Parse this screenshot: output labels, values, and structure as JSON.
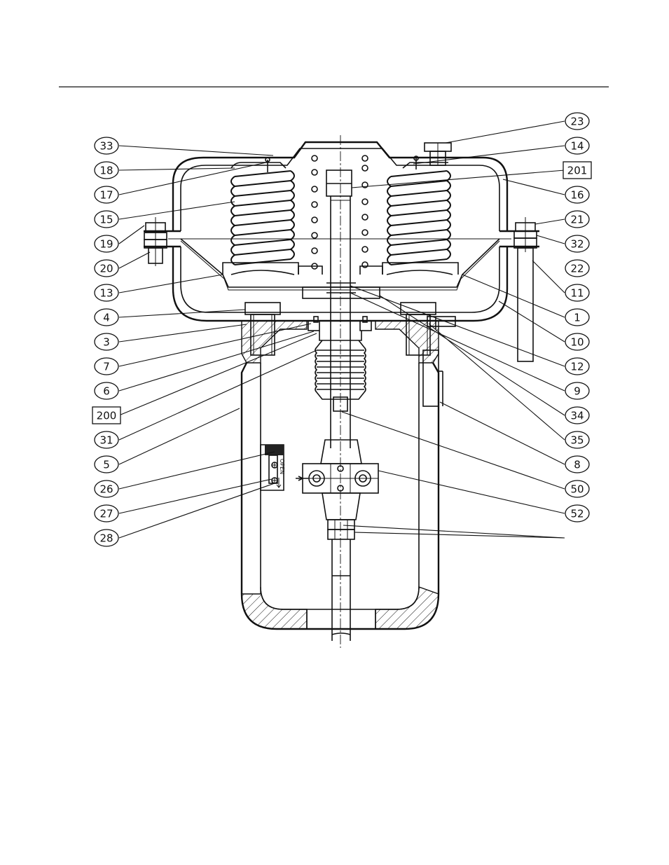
{
  "indicator_label": "OPEN",
  "callouts_left": [
    {
      "id": "33",
      "boxed": false
    },
    {
      "id": "18",
      "boxed": false
    },
    {
      "id": "17",
      "boxed": false
    },
    {
      "id": "15",
      "boxed": false
    },
    {
      "id": "19",
      "boxed": false
    },
    {
      "id": "20",
      "boxed": false
    },
    {
      "id": "13",
      "boxed": false
    },
    {
      "id": "4",
      "boxed": false
    },
    {
      "id": "3",
      "boxed": false
    },
    {
      "id": "7",
      "boxed": false
    },
    {
      "id": "6",
      "boxed": false
    },
    {
      "id": "200",
      "boxed": true
    },
    {
      "id": "31",
      "boxed": false
    },
    {
      "id": "5",
      "boxed": false
    },
    {
      "id": "26",
      "boxed": false
    },
    {
      "id": "27",
      "boxed": false
    },
    {
      "id": "28",
      "boxed": false
    }
  ],
  "callouts_right": [
    {
      "id": "23",
      "boxed": false
    },
    {
      "id": "14",
      "boxed": false
    },
    {
      "id": "201",
      "boxed": true
    },
    {
      "id": "16",
      "boxed": false
    },
    {
      "id": "21",
      "boxed": false
    },
    {
      "id": "32",
      "boxed": false
    },
    {
      "id": "22",
      "boxed": false
    },
    {
      "id": "11",
      "boxed": false
    },
    {
      "id": "1",
      "boxed": false
    },
    {
      "id": "10",
      "boxed": false
    },
    {
      "id": "12",
      "boxed": false
    },
    {
      "id": "9",
      "boxed": false
    },
    {
      "id": "34",
      "boxed": false
    },
    {
      "id": "35",
      "boxed": false
    },
    {
      "id": "8",
      "boxed": false
    },
    {
      "id": "50",
      "boxed": false
    },
    {
      "id": "52",
      "boxed": false
    }
  ]
}
